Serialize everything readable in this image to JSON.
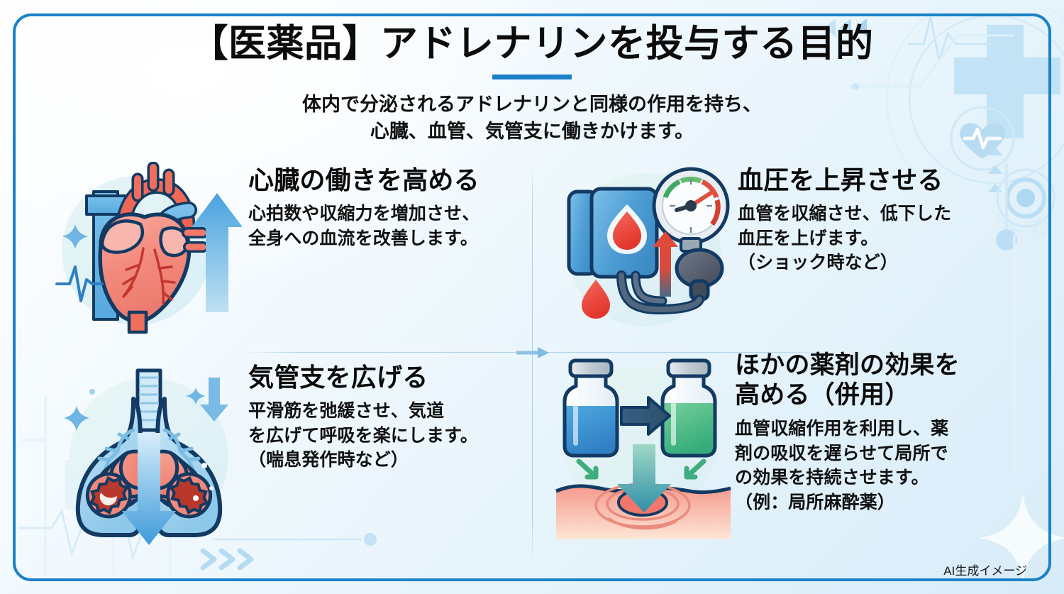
{
  "header": {
    "title": "【医薬品】アドレナリンを投与する目的",
    "subtitle_line1": "体内で分泌されるアドレナリンと同様の作用を持ち、",
    "subtitle_line2": "心臓、血管、気管支に働きかけます。",
    "accent_color": "#1a80c8"
  },
  "frame": {
    "border_color": "#1b82c9"
  },
  "sections": [
    {
      "id": "heart",
      "icon": "heart-organ-icon",
      "heading": "心臓の働きを高める",
      "body_line1": "心拍数や収縮力を増加させ、",
      "body_line2": "全身への血流を改善します。",
      "note": ""
    },
    {
      "id": "blood-pressure",
      "icon": "blood-pressure-monitor-icon",
      "heading": "血圧を上昇させる",
      "body_line1": "血管を収縮させ、低下した",
      "body_line2": "血圧を上げます。",
      "note": "（ショック時など）"
    },
    {
      "id": "bronchi",
      "icon": "lungs-icon",
      "heading": "気管支を広げる",
      "body_line1": "平滑筋を弛緩させ、気道",
      "body_line2": "を広げて呼吸を楽にします。",
      "note": "（喘息発作時など）"
    },
    {
      "id": "combination",
      "icon": "vials-injection-icon",
      "heading_line1": "ほかの薬剤の効果を",
      "heading_line2": "高める（併用）",
      "body_line1": "血管収縮作用を利用し、薬",
      "body_line2": "剤の吸収を遅らせて局所で",
      "body_line3": "の効果を持続させます。",
      "note": "（例：局所麻酔薬）"
    }
  ],
  "credit": {
    "text": "AI生成イメージ"
  }
}
